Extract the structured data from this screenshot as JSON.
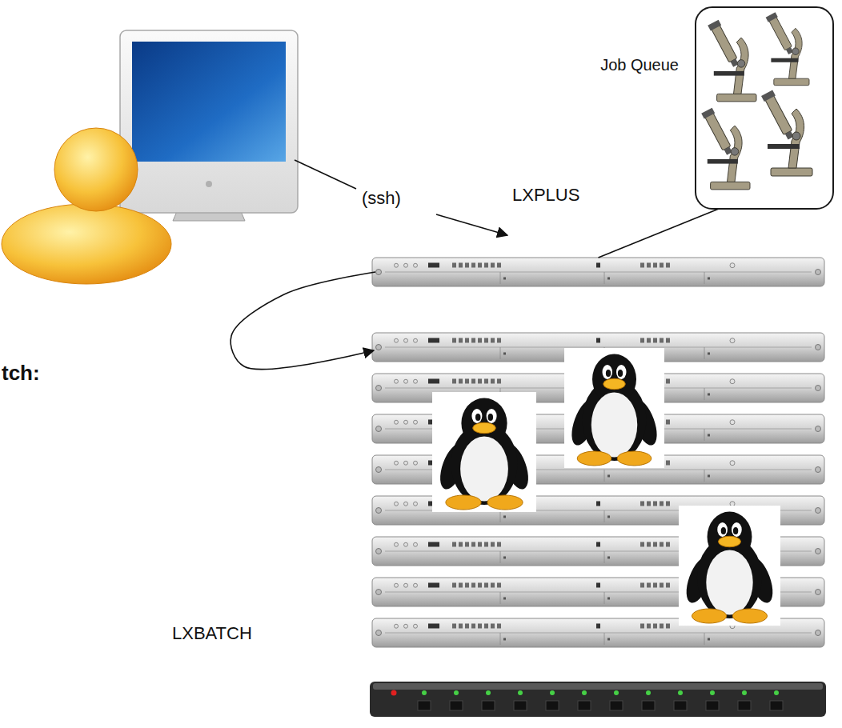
{
  "diagram": {
    "nodes": [
      {
        "text": [
          "Job Queue"
        ]
      },
      {
        "text": [
          "LXPLUS"
        ]
      },
      {
        "text": [
          "LXBATCH"
        ]
      }
    ],
    "edges": [
      {
        "from": 1,
        "to": 0,
        "arrow": "none"
      },
      {
        "from": 1,
        "to": 2,
        "arrow": "to"
      }
    ],
    "labels": [
      "(ssh)",
      "tch:"
    ]
  }
}
